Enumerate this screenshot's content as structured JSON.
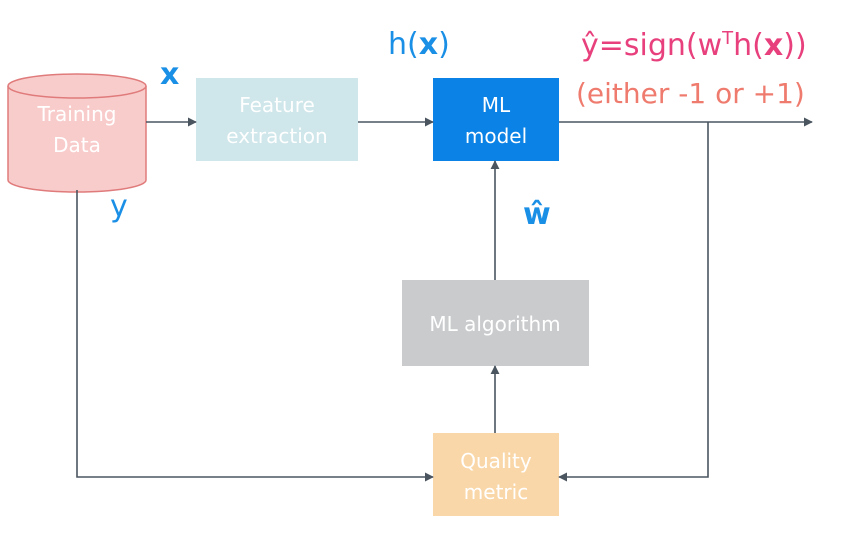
{
  "nodes": {
    "training_data": {
      "line1": "Training",
      "line2": "Data"
    },
    "feature_extraction": {
      "line1": "Feature",
      "line2": "extraction"
    },
    "ml_model": {
      "line1": "ML",
      "line2": "model"
    },
    "ml_algorithm": {
      "label": "ML algorithm"
    },
    "quality_metric": {
      "line1": "Quality",
      "line2": "metric"
    }
  },
  "edge_labels": {
    "x": "x",
    "y": "y",
    "h_prefix": "h(",
    "h_x": "x",
    "h_suffix": ")",
    "w_hat": "ŵ"
  },
  "output": {
    "prefix": "ŷ=sign(w",
    "superscript": "T",
    "mid": "h(",
    "x": "x",
    "suffix": "))",
    "note": "(either -1 or +1)"
  },
  "colors": {
    "training_fill": "#f9cccc",
    "training_stroke": "#e07b7b",
    "feature_fill": "#cfe6ea",
    "model_fill": "#0a82e6",
    "algorithm_fill": "#c9cbcd",
    "quality_fill": "#fad7a8",
    "arrow": "#4a5560",
    "label_blue": "#1a8fe6",
    "output_pink": "#e8407c",
    "output_salmon": "#ef7b6e"
  }
}
